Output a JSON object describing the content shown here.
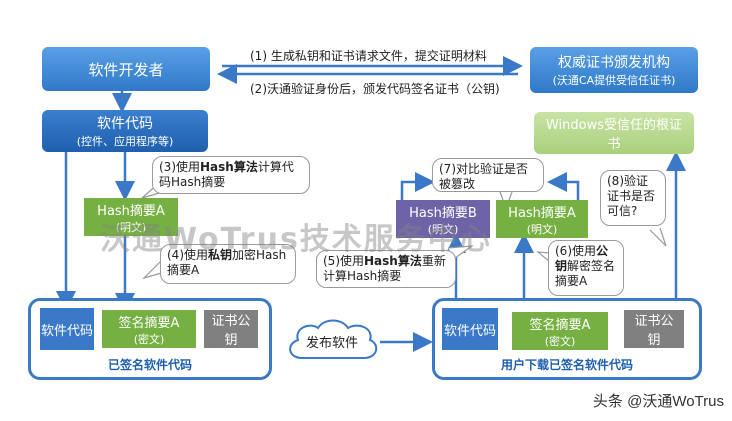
{
  "nodes": {
    "developer": "软件开发者",
    "ca": "权威证书颁发机构",
    "ca_sub": "(沃通CA提供受信任证书)",
    "software_code": "软件代码",
    "software_code_sub": "(控件、应用程序等)",
    "windows_root": "Windows受信任的根证书",
    "hash_a_left": "Hash摘要A",
    "hash_a_left_sub": "(明文)",
    "hash_b": "Hash摘要B",
    "hash_b_sub": "(明文)",
    "hash_a_right": "Hash摘要A",
    "hash_a_right_sub": "(明文)"
  },
  "arrows": {
    "step1": "(1) 生成私钥和证书请求文件，提交证明材料",
    "step2": "(2)沃通验证身份后，颁发代码签名证书（公钥)"
  },
  "callouts": {
    "step3_a": "(3)使用",
    "step3_bold": "Hash算法",
    "step3_b": "计算代码Hash摘要",
    "step4_a": "(4)使用",
    "step4_bold": "私钥",
    "step4_b": "加密Hash摘要A",
    "step5_a": "(5)使用",
    "step5_bold": "Hash算法",
    "step5_b": "重新计算Hash摘要",
    "step6_a": "(6)使用",
    "step6_bold": "公钥",
    "step6_b": "解密签名摘要A",
    "step7": "(7)对比验证是否被篡改",
    "step8": "(8)验证证书是否可信?"
  },
  "left_package": {
    "code": "软件代码",
    "sig": "签名摘要A",
    "sig_sub": "(密文)",
    "cert": "证书公钥",
    "caption": "已签名软件代码"
  },
  "right_package": {
    "code": "软件代码",
    "sig": "签名摘要A",
    "sig_sub": "(密文)",
    "cert": "证书公钥",
    "caption": "用户下载已签名软件代码"
  },
  "cloud": "发布软件",
  "watermark": "沃通WoTrus技术服务中心",
  "signature": "头条 @沃通WoTrus"
}
